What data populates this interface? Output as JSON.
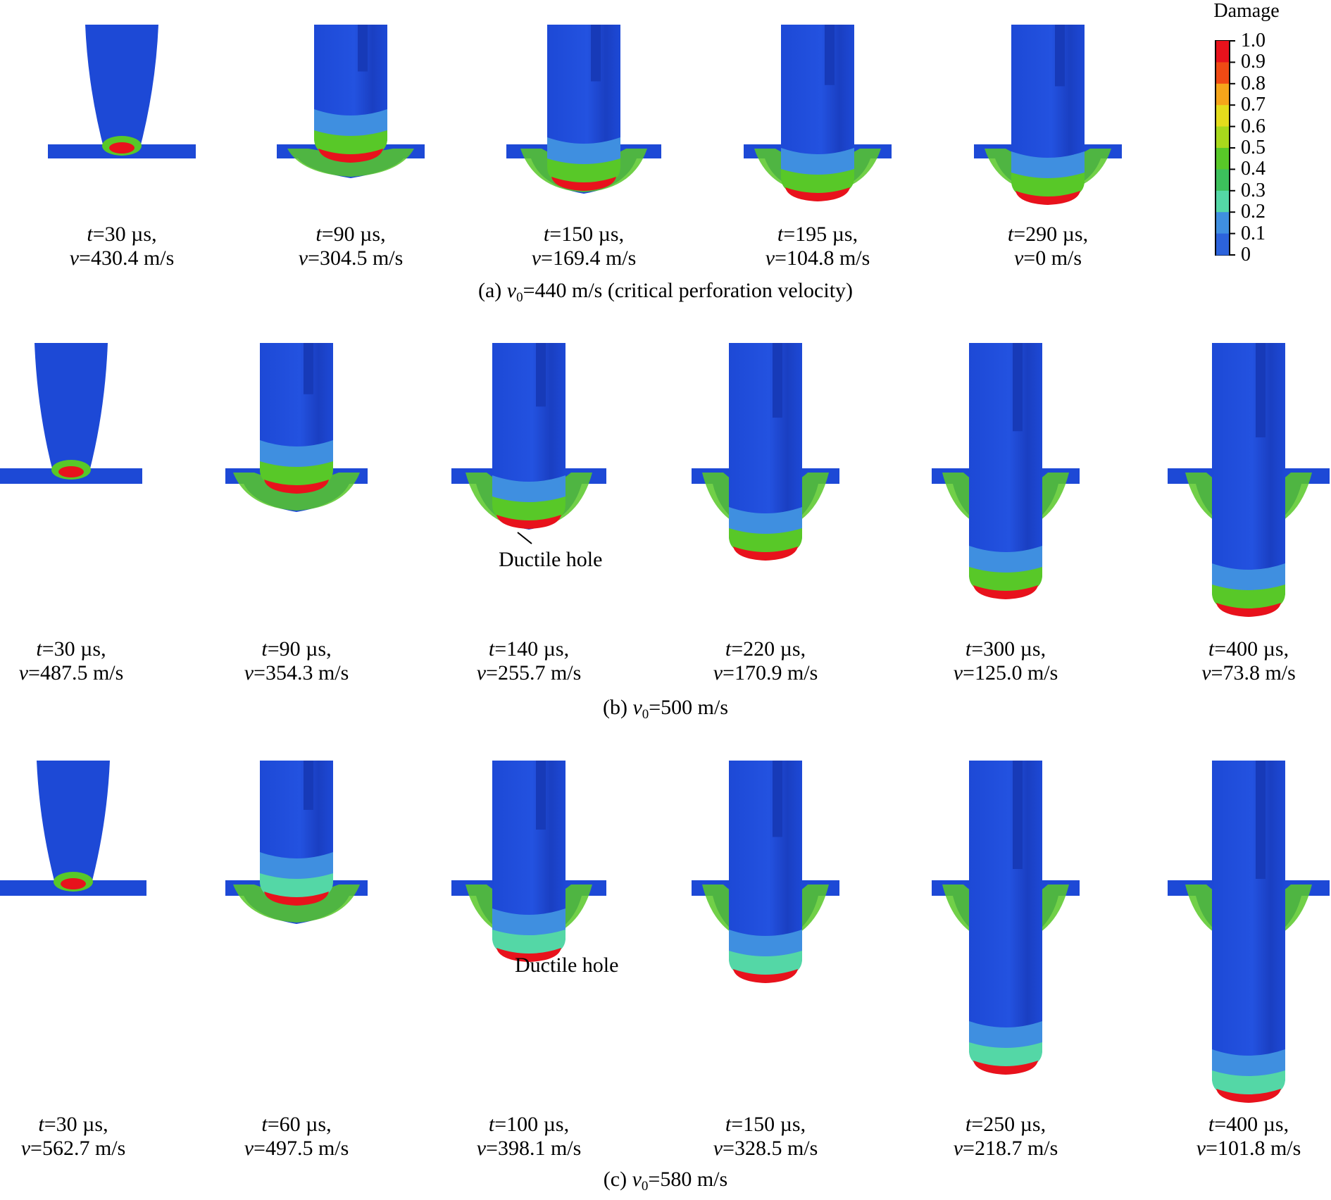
{
  "legend": {
    "title": "Damage",
    "ticks": [
      "1.0",
      "0.9",
      "0.8",
      "0.7",
      "0.6",
      "0.5",
      "0.4",
      "0.3",
      "0.2",
      "0.1",
      "0"
    ],
    "colors": [
      "#e8121c",
      "#f04a14",
      "#f5a51a",
      "#e4dc1c",
      "#a8d81c",
      "#58c828",
      "#3cc05c",
      "#54d7a6",
      "#3f8fe0",
      "#2c63dc",
      "#1d49d6"
    ]
  },
  "rows": [
    {
      "label_prefix": "(a) ",
      "label_var": "v",
      "label_sub": "0",
      "label_rest": "=440 m/s (critical perforation velocity)",
      "frames": [
        {
          "t_var": "t",
          "t": "=30 µs,",
          "v_var": "v",
          "v": "=430.4 m/s"
        },
        {
          "t_var": "t",
          "t": "=90 µs,",
          "v_var": "v",
          "v": "=304.5 m/s"
        },
        {
          "t_var": "t",
          "t": "=150 µs,",
          "v_var": "v",
          "v": "=169.4 m/s"
        },
        {
          "t_var": "t",
          "t": "=195 µs,",
          "v_var": "v",
          "v": "=104.8 m/s"
        },
        {
          "t_var": "t",
          "t": "=290 µs,",
          "v_var": "v",
          "v": "=0 m/s"
        }
      ]
    },
    {
      "label_prefix": "(b) ",
      "label_var": "v",
      "label_sub": "0",
      "label_rest": "=500 m/s",
      "frames": [
        {
          "t_var": "t",
          "t": "=30 µs,",
          "v_var": "v",
          "v": "=487.5 m/s"
        },
        {
          "t_var": "t",
          "t": "=90 µs,",
          "v_var": "v",
          "v": "=354.3 m/s"
        },
        {
          "t_var": "t",
          "t": "=140 µs,",
          "v_var": "v",
          "v": "=255.7 m/s"
        },
        {
          "t_var": "t",
          "t": "=220 µs,",
          "v_var": "v",
          "v": "=170.9 m/s"
        },
        {
          "t_var": "t",
          "t": "=300 µs,",
          "v_var": "v",
          "v": "=125.0 m/s"
        },
        {
          "t_var": "t",
          "t": "=400 µs,",
          "v_var": "v",
          "v": "=73.8 m/s"
        }
      ]
    },
    {
      "label_prefix": "(c) ",
      "label_var": "v",
      "label_sub": "0",
      "label_rest": "=580 m/s",
      "frames": [
        {
          "t_var": "t",
          "t": "=30 µs,",
          "v_var": "v",
          "v": "=562.7 m/s"
        },
        {
          "t_var": "t",
          "t": "=60 µs,",
          "v_var": "v",
          "v": "=497.5 m/s"
        },
        {
          "t_var": "t",
          "t": "=100 µs,",
          "v_var": "v",
          "v": "=398.1 m/s"
        },
        {
          "t_var": "t",
          "t": "=150 µs,",
          "v_var": "v",
          "v": "=328.5 m/s"
        },
        {
          "t_var": "t",
          "t": "=250 µs,",
          "v_var": "v",
          "v": "=218.7 m/s"
        },
        {
          "t_var": "t",
          "t": "=400 µs,",
          "v_var": "v",
          "v": "=101.8 m/s"
        }
      ]
    }
  ],
  "annotations": {
    "b": "Ductile hole",
    "c": "Ductile hole"
  }
}
